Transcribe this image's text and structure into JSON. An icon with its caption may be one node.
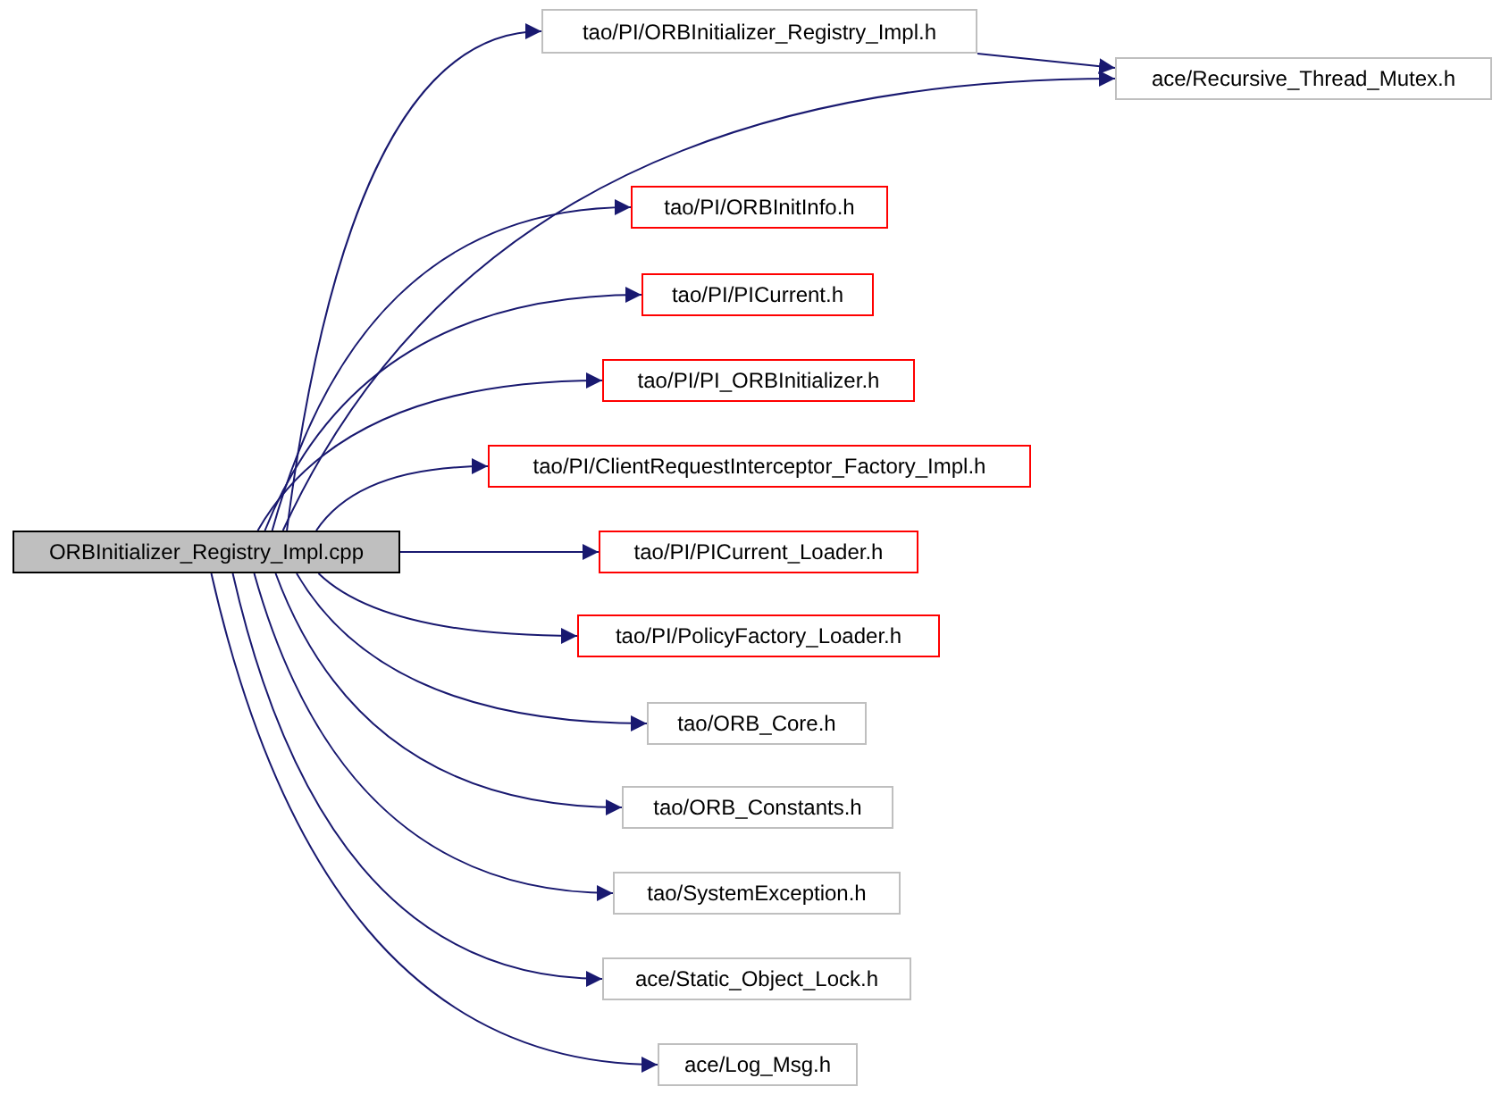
{
  "diagram": {
    "nodes": [
      {
        "text": [
          "ORBInitializer_Registry_Impl.cpp"
        ]
      },
      {
        "text": [
          "tao/PI/ORBInitializer_Registry_Impl.h"
        ]
      },
      {
        "text": [
          "ace/Recursive_Thread_Mutex.h"
        ]
      },
      {
        "text": [
          "tao/PI/ORBInitInfo.h"
        ]
      },
      {
        "text": [
          "tao/PI/PICurrent.h"
        ]
      },
      {
        "text": [
          "tao/PI/PI_ORBInitializer.h"
        ]
      },
      {
        "text": [
          "tao/PI/ClientRequestInterceptor_Factory_Impl.h"
        ]
      },
      {
        "text": [
          "tao/PI/PICurrent_Loader.h"
        ]
      },
      {
        "text": [
          "tao/PI/PolicyFactory_Loader.h"
        ]
      },
      {
        "text": [
          "tao/ORB_Core.h"
        ]
      },
      {
        "text": [
          "tao/ORB_Constants.h"
        ]
      },
      {
        "text": [
          "tao/SystemException.h"
        ]
      },
      {
        "text": [
          "ace/Static_Object_Lock.h"
        ]
      },
      {
        "text": [
          "ace/Log_Msg.h"
        ]
      }
    ],
    "edges": [
      {
        "from": 0,
        "to": 1,
        "arrow": "to"
      },
      {
        "from": 1,
        "to": 2,
        "arrow": "to"
      },
      {
        "from": 0,
        "to": 2,
        "arrow": "to"
      },
      {
        "from": 0,
        "to": 3,
        "arrow": "to"
      },
      {
        "from": 0,
        "to": 4,
        "arrow": "to"
      },
      {
        "from": 0,
        "to": 5,
        "arrow": "to"
      },
      {
        "from": 0,
        "to": 6,
        "arrow": "to"
      },
      {
        "from": 0,
        "to": 7,
        "arrow": "to"
      },
      {
        "from": 0,
        "to": 8,
        "arrow": "to"
      },
      {
        "from": 0,
        "to": 9,
        "arrow": "to"
      },
      {
        "from": 0,
        "to": 10,
        "arrow": "to"
      },
      {
        "from": 0,
        "to": 11,
        "arrow": "to"
      },
      {
        "from": 0,
        "to": 12,
        "arrow": "to"
      },
      {
        "from": 0,
        "to": 13,
        "arrow": "to"
      }
    ]
  }
}
